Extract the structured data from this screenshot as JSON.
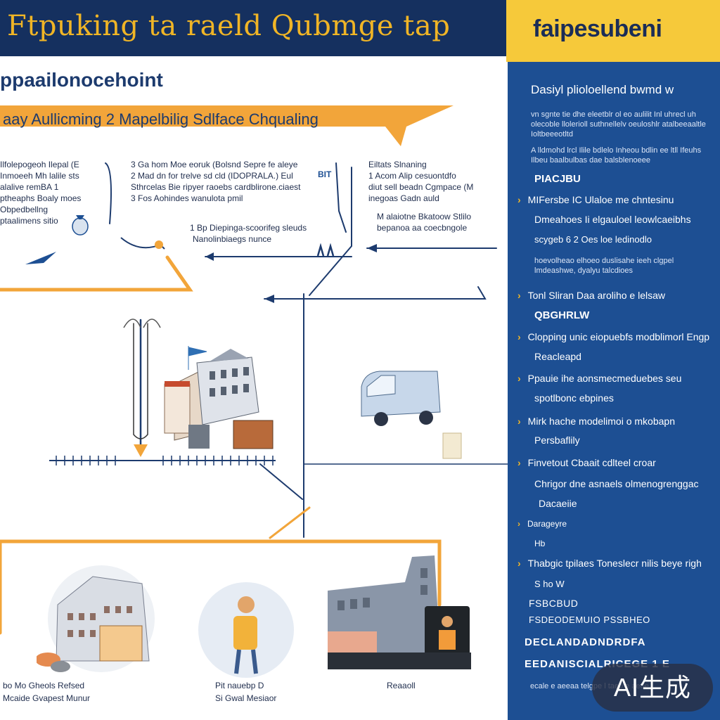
{
  "header": {
    "title": "Ftpuking ta raeld Qubmge tap",
    "right_title": "faipesubeni"
  },
  "main": {
    "heading": "ppaailonocehoint",
    "ribbon": "aay Aullicming 2 Mapelbilig Sdlface Chqualing",
    "block_left": [
      "Ilfolepogeoh Ilepal (E",
      "Inmoeeh Mh lalile sts",
      "alalive remBA 1",
      "ptheaphs Boaly moes",
      "Obpedbellng",
      "ptaalimens sitio"
    ],
    "block_mid": [
      "3  Ga hom  Moe eoruk (Bolsnd Sepre fe aleye",
      "2  Mad dn  for  trelve sd cld (IDOPRALA.) Eul",
      "Sthrcelas Bie ripyer  raoebs cardblirone.ciaest",
      "3  Fos  Aohindes wanulota pmil"
    ],
    "block_mid_badge": "BIT",
    "block_mid2": "1  Bp  Diepinga-scoorifeg sleuds",
    "block_mid3": "Nanolinbiaegs nunce",
    "block_right": [
      "Eiltats Slnaning",
      "1  Acom  Alip cesuontdfo",
      "diut sell beadn Cgmpace (M",
      "inegoas Gadn auld"
    ],
    "block_right2": [
      "M alaiotne Bkatoow Stlilo",
      "bepanoa aa coecbngole"
    ],
    "captions": {
      "left": [
        "bo  Mo  Gheols  Refsed",
        "Mcaide  Gvapest Munur"
      ],
      "mid": [
        "Pit  nauebp D",
        "Si Gwal Mesiaor"
      ],
      "right": [
        "Reaaoll"
      ]
    }
  },
  "side": {
    "heading": "Dasiyl plioloellend bwmd w",
    "paragraph": "vn sgnte tie dhe eleetblr ol eo aulilit Inl uhrecl uh olecoble llolerioll suthnellelv oeuloshlr atalbeeaaltle Ioltbeeeotltd",
    "paragraph2": "A lldmohd lrcl Ilile bdlelo Inheou bdlin ee ltll Ifeuhs Ilbeu baalbulbas dae balsblenoeee",
    "sub1": "PIACJBU",
    "items1": [
      "MIFersbe IC Ulaloe me chntesinu",
      "Dmeahoes Ii elgauloel leowlcaeibhs"
    ],
    "line1": "scygeb 6 2 Oes loe ledinodlo",
    "small2": "hoevolheao elhoeo duslisahe ieeh clgpel lmdeashwe, dyalyu talcdioes",
    "item_tonl": "Tonl Sliran Daa aroliho e lelsaw",
    "sub2": "QBGHRLW",
    "item_clop": "Clopping unic eiopuebfs modblimorl Engp",
    "line_clop": "Reacleapd",
    "item_ppauie": "Ppauie ihe aonsmecmeduebes seu",
    "line_ppauie": "spotlbonc ebpines",
    "item_mirk": "Mirk hache modelimoi o mkobapn",
    "line_mirk": "Persbaflily",
    "item_finvet": "Finvetout Cbaait cdlteel croar",
    "line_finvet": "Chrigor dne asnaels olmenogrenggac",
    "line_finvet2": "Dacaeiie",
    "item_darager": "Darageyre",
    "line_darager": "Hb",
    "item_thabe": "Thabgic tpilaes Toneslecr nilis beye righ",
    "line_thabe": "S  ho  W",
    "code1": "FSBCBUD",
    "code2": "FSDEODEMUIO PSSBHEO",
    "bold1": "DECLANDADNDRDFA",
    "bold2": "EEDANISCIALRICEGE   1 E",
    "tail": "ecale e aeeaa telgpe l taeo e aeoe"
  },
  "badge": {
    "label": "AI生成"
  },
  "colors": {
    "navy": "#15305f",
    "gold": "#f0b526",
    "panel_blue": "#1d4f93",
    "orange": "#f2a53a",
    "line_blue": "#1d3b6e"
  }
}
